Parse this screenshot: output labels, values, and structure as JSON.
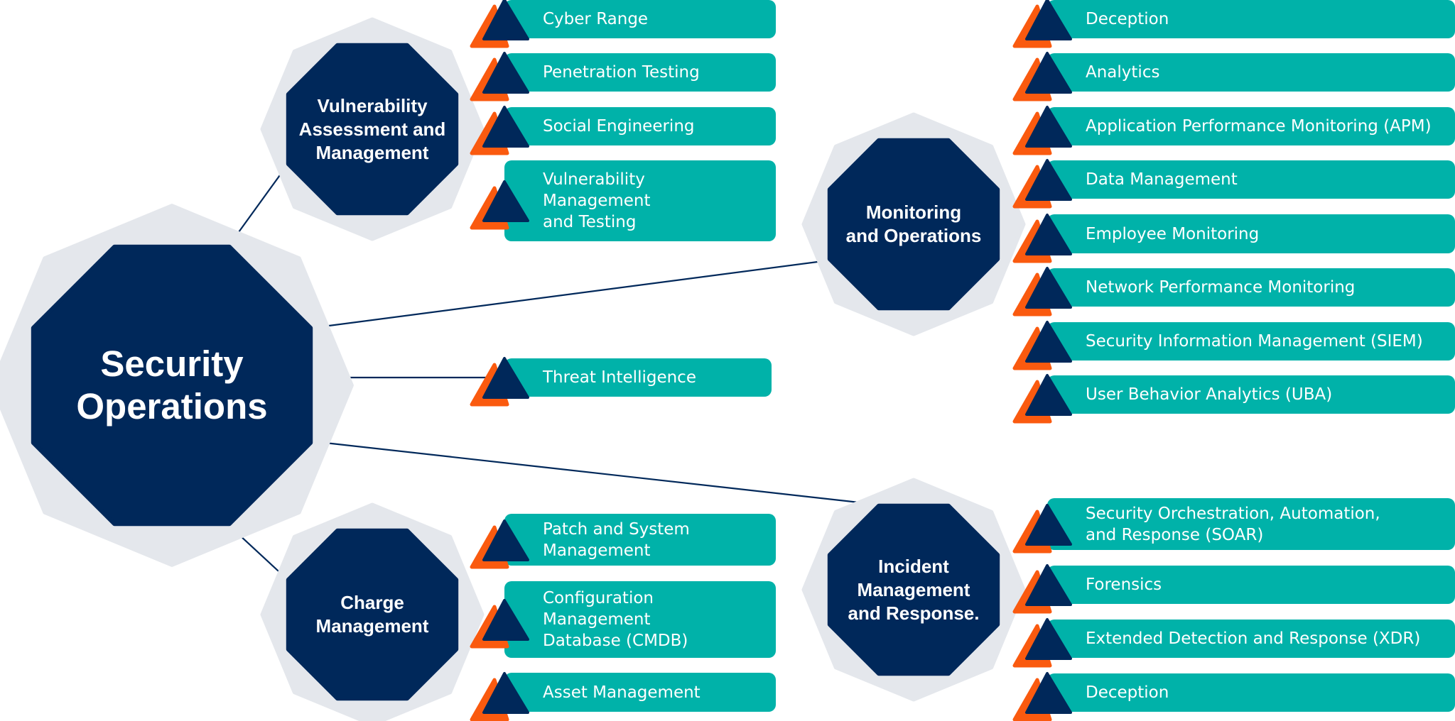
{
  "colors": {
    "navy": "#00285A",
    "teal": "#00B2A9",
    "orange": "#FA5A0F",
    "halo": "#E4E7EC",
    "connector": "#00285A"
  },
  "root": {
    "label": "Security\nOperations"
  },
  "hubs": {
    "vulnerability": {
      "label": "Vulnerability\nAssessment and\nManagement"
    },
    "monitoring": {
      "label": "Monitoring\nand Operations"
    },
    "charge": {
      "label": "Charge\nManagement"
    },
    "incident": {
      "label": "Incident\nManagement\nand Response."
    }
  },
  "items": {
    "vulnerability": [
      "Cyber Range",
      "Penetration Testing",
      "Social Engineering",
      "Vulnerability\nManagement\nand Testing"
    ],
    "threat": [
      "Threat Intelligence"
    ],
    "charge": [
      "Patch and System\nManagement",
      "Configuration\nManagement\nDatabase (CMDB)",
      "Asset Management"
    ],
    "monitoring": [
      "Deception",
      "Analytics",
      "Application Performance Monitoring (APM)",
      "Data Management",
      "Employee Monitoring",
      "Network Performance Monitoring",
      "Security Information Management (SIEM)",
      "User Behavior Analytics (UBA)"
    ],
    "incident": [
      "Security Orchestration, Automation,\nand Response (SOAR)",
      "Forensics",
      "Extended Detection and Response (XDR)",
      "Deception"
    ]
  }
}
